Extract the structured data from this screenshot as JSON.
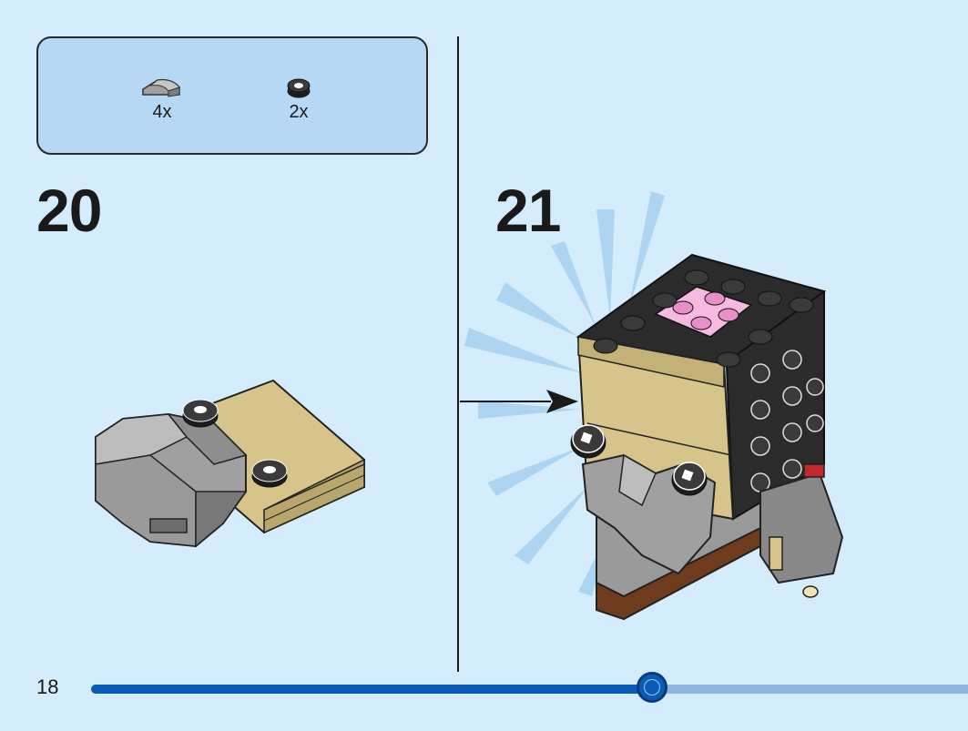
{
  "parts_callout": {
    "parts": [
      {
        "icon": "curved-slope-tile-icon",
        "color": "#a0a0a0",
        "count": "4x"
      },
      {
        "icon": "round-printed-tile-icon",
        "color": "#2b2b2b",
        "count": "2x"
      }
    ]
  },
  "steps": [
    {
      "number": "20"
    },
    {
      "number": "21"
    }
  ],
  "footer": {
    "page_number": "18",
    "progress": 0.64
  },
  "colors": {
    "background": "#d4ecfb",
    "callout": "#b7d8f4",
    "progress_fill": "#0a5bb5",
    "progress_track": "#8fb6e3",
    "tan": "#d7c48a",
    "gray": "#a0a0a0",
    "black": "#2b2b2b",
    "pink": "#f6b9df"
  }
}
